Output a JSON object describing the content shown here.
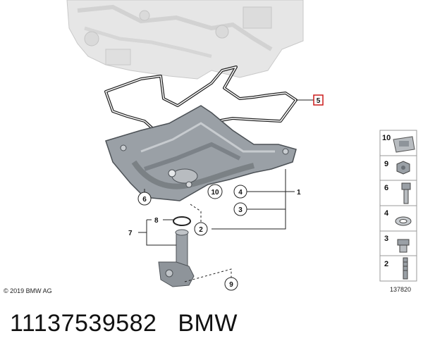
{
  "diagram": {
    "callouts": [
      "1",
      "2",
      "3",
      "4",
      "5",
      "6",
      "7",
      "8",
      "9",
      "10"
    ],
    "legend": [
      "10",
      "9",
      "6",
      "4",
      "3",
      "2"
    ],
    "copyright": "© 2019 BMW AG",
    "image_number": "137820"
  },
  "footer": {
    "part_number": "11137539582",
    "brand": "BMW"
  },
  "colors": {
    "highlight": "#cc1b1b",
    "line": "#222222",
    "part_fill": "#9aa0a6",
    "block_fill": "#e4e4e4"
  }
}
